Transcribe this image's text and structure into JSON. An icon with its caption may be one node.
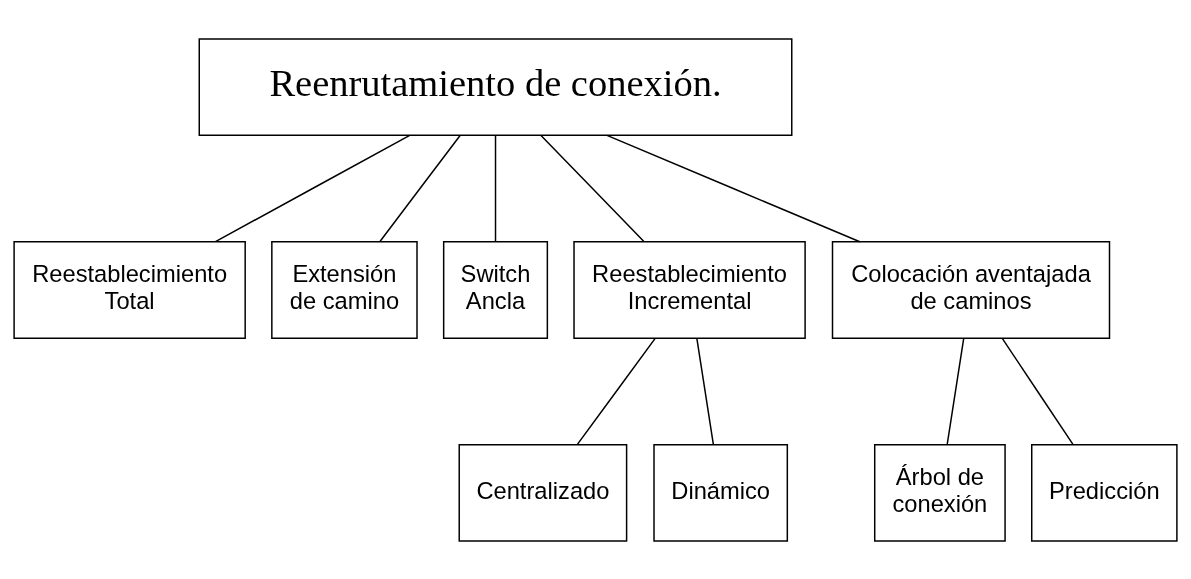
{
  "diagram": {
    "nodes": [
      {
        "text": [
          "Reenrutamiento de conexión."
        ]
      },
      {
        "text": [
          "Reestablecimiento Total"
        ]
      },
      {
        "text": [
          "Extensión de camino"
        ]
      },
      {
        "text": [
          "Switch Ancla"
        ]
      },
      {
        "text": [
          "Reestablecimiento Incremental"
        ]
      },
      {
        "text": [
          "Colocación aventajada de caminos"
        ]
      },
      {
        "text": [
          "Centralizado"
        ]
      },
      {
        "text": [
          "Dinámico"
        ]
      },
      {
        "text": [
          "Árbol de conexión"
        ]
      },
      {
        "text": [
          "Predicción"
        ]
      }
    ],
    "edges": [
      {
        "from": 0,
        "to": 1,
        "arrow": "none"
      },
      {
        "from": 0,
        "to": 2,
        "arrow": "none"
      },
      {
        "from": 0,
        "to": 3,
        "arrow": "none"
      },
      {
        "from": 0,
        "to": 4,
        "arrow": "none"
      },
      {
        "from": 0,
        "to": 5,
        "arrow": "none"
      },
      {
        "from": 4,
        "to": 6,
        "arrow": "none"
      },
      {
        "from": 4,
        "to": 7,
        "arrow": "none"
      },
      {
        "from": 5,
        "to": 8,
        "arrow": "none"
      },
      {
        "from": 5,
        "to": 9,
        "arrow": "none"
      }
    ]
  }
}
